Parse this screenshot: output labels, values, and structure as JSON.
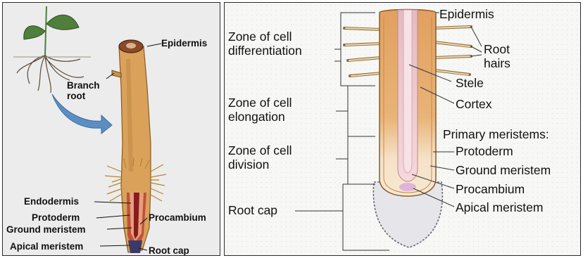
{
  "left_diagram": {
    "labels": {
      "epidermis": "Epidermis",
      "branch_root": "Branch\nroot",
      "endodermis": "Endodermis",
      "protoderm": "Protoderm",
      "ground_meristem": "Ground meristem",
      "apical_meristem": "Apical meristem",
      "procambium": "Procambium",
      "root_cap": "Root cap"
    }
  },
  "right_diagram": {
    "zones": {
      "differentiation": "Zone of cell\ndifferentiation",
      "elongation": "Zone of cell\nelongation",
      "division": "Zone of cell\ndivision",
      "root_cap": "Root cap"
    },
    "labels": {
      "epidermis": "Epidermis",
      "root_hairs": "Root\nhairs",
      "stele": "Stele",
      "cortex": "Cortex",
      "primary_meristems": "Primary meristems:",
      "protoderm": "Protoderm",
      "ground_meristem": "Ground meristem",
      "procambium": "Procambium",
      "apical_meristem": "Apical meristem"
    }
  },
  "colors": {
    "root_tan": "#d9a15a",
    "cortex_orange": "#e3a768",
    "stele_pink": "#f2c6cc",
    "leaf_green": "#4f7f3a",
    "arrow_blue": "#5b8fc4"
  }
}
